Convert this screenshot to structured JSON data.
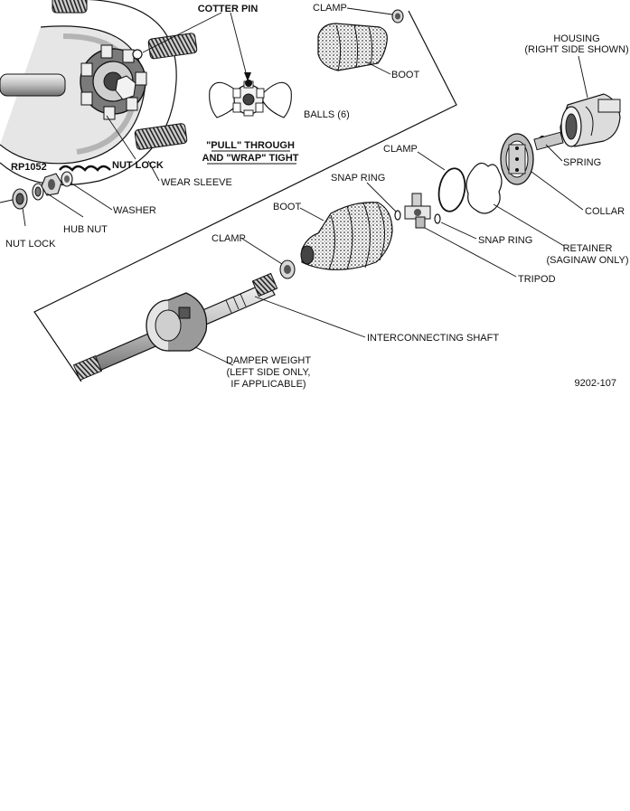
{
  "diagram": {
    "labels": {
      "cotter_pin": "COTTER PIN",
      "pull_line1": "\"PULL\" THROUGH",
      "pull_line2": "AND \"WRAP\" TIGHT",
      "nut_lock_top": "NUT LOCK",
      "wear_sleeve": "WEAR SLEEVE",
      "rp_code": "RP1052",
      "washer": "WASHER",
      "hub_nut": "HUB NUT",
      "nut_lock_bottom": "NUT LOCK",
      "clamp_top": "CLAMP",
      "boot_top": "BOOT",
      "balls": "BALLS (6)",
      "housing_line1": "HOUSING",
      "housing_line2": "(RIGHT SIDE SHOWN)",
      "spring": "SPRING",
      "collar": "COLLAR",
      "clamp_mid": "CLAMP",
      "retainer_line1": "RETAINER",
      "retainer_line2": "(SAGINAW ONLY)",
      "snap_ring_top": "SNAP RING",
      "snap_ring_right": "SNAP RING",
      "tripod": "TRIPOD",
      "boot_mid": "BOOT",
      "clamp_left": "CLAMP",
      "interconnecting_shaft": "INTERCONNECTING SHAFT",
      "damper_line1": "DAMPER WEIGHT",
      "damper_line2": "(LEFT SIDE ONLY,",
      "damper_line3": "IF APPLICABLE)",
      "figure_number": "9202-107"
    },
    "colors": {
      "ink": "#111111",
      "shade": "#9a9a9a",
      "light": "#d4d4d4",
      "paper": "#ffffff"
    }
  }
}
